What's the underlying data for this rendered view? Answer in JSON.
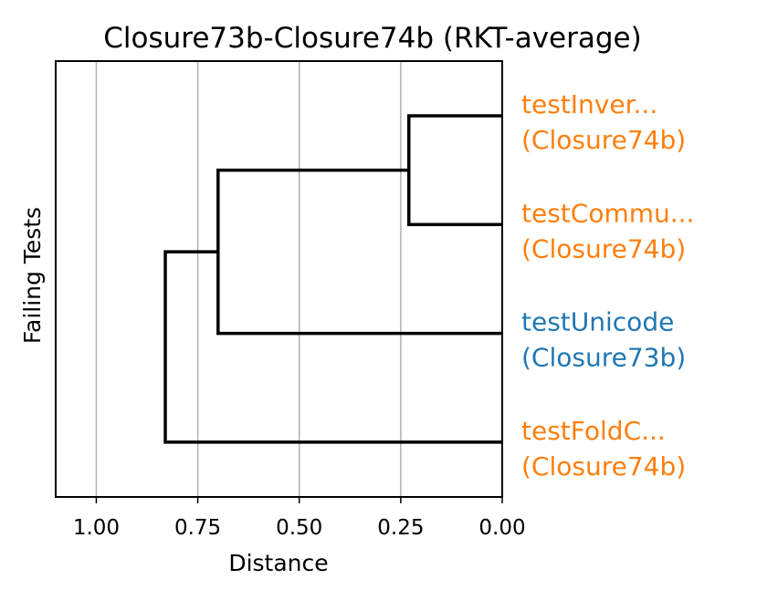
{
  "chart_data": {
    "type": "dendrogram",
    "title": "Closure73b-Closure74b (RKT-average)",
    "xlabel": "Distance",
    "ylabel": "Failing Tests",
    "xlim": [
      1.1,
      0.0
    ],
    "x_ticks": [
      "1.00",
      "0.75",
      "0.50",
      "0.25",
      "0.00"
    ],
    "x_tick_values": [
      1.0,
      0.75,
      0.5,
      0.25,
      0.0
    ],
    "grid": "vertical",
    "leaves": [
      {
        "name": "testInver...",
        "group": "(Closure74b)",
        "color": "#ff7f0e"
      },
      {
        "name": "testCommu...",
        "group": "(Closure74b)",
        "color": "#ff7f0e"
      },
      {
        "name": "testUnicode",
        "group": "(Closure73b)",
        "color": "#1f77b4"
      },
      {
        "name": "testFoldC...",
        "group": "(Closure74b)",
        "color": "#ff7f0e"
      }
    ],
    "merges": [
      {
        "left": 0,
        "right": 1,
        "distance": 0.23
      },
      {
        "left": 4,
        "right": 2,
        "distance": 0.7
      },
      {
        "left": 5,
        "right": 3,
        "distance": 0.83
      }
    ],
    "link_color": "#000000",
    "grid_color": "#b0b0b0"
  }
}
